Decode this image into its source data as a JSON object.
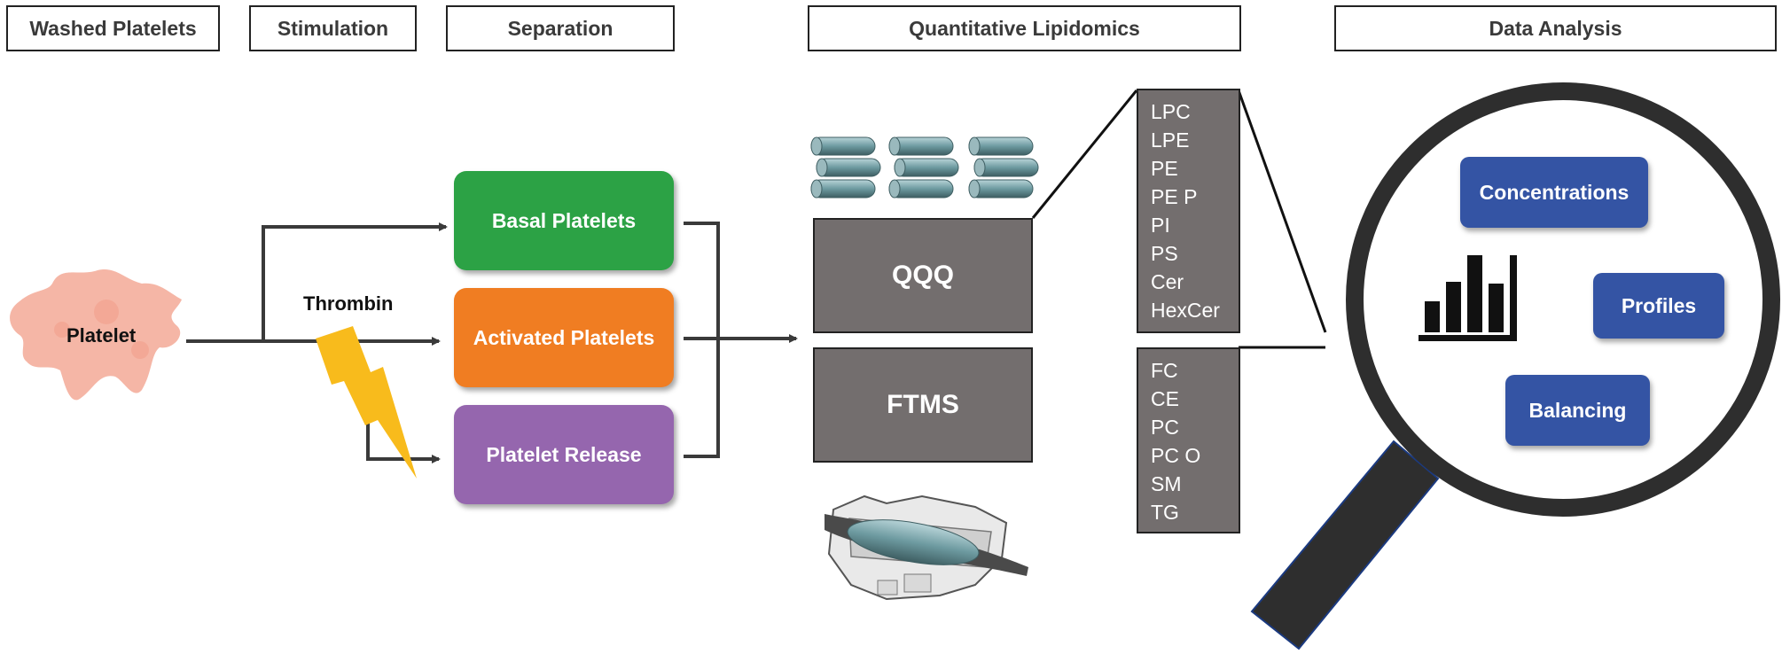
{
  "headers": {
    "washed": "Washed Platelets",
    "stimulation": "Stimulation",
    "separation": "Separation",
    "lipidomics": "Quantitative Lipidomics",
    "analysis": "Data Analysis"
  },
  "platelet_label": "Platelet",
  "stimulus_label": "Thrombin",
  "fractions": {
    "basal": "Basal Platelets",
    "activated": "Activated Platelets",
    "release": "Platelet Release"
  },
  "instruments": {
    "qqq": "QQQ",
    "ftms": "FTMS"
  },
  "qqq_lipids": [
    "LPC",
    "LPE",
    "PE",
    "PE P",
    "PI",
    "PS",
    "Cer",
    "HexCer"
  ],
  "ftms_lipids": [
    "FC",
    "CE",
    "PC",
    "PC O",
    "SM",
    "TG"
  ],
  "analysis_items": {
    "concentrations": "Concentrations",
    "profiles": "Profiles",
    "balancing": "Balancing"
  },
  "colors": {
    "basal": "#2ca245",
    "activated": "#f07d22",
    "release": "#9566ae",
    "instrument": "#736e6e",
    "analysis": "#3454a4",
    "platelet": "#f5b6a6",
    "lightning": "#f8bb1c"
  }
}
